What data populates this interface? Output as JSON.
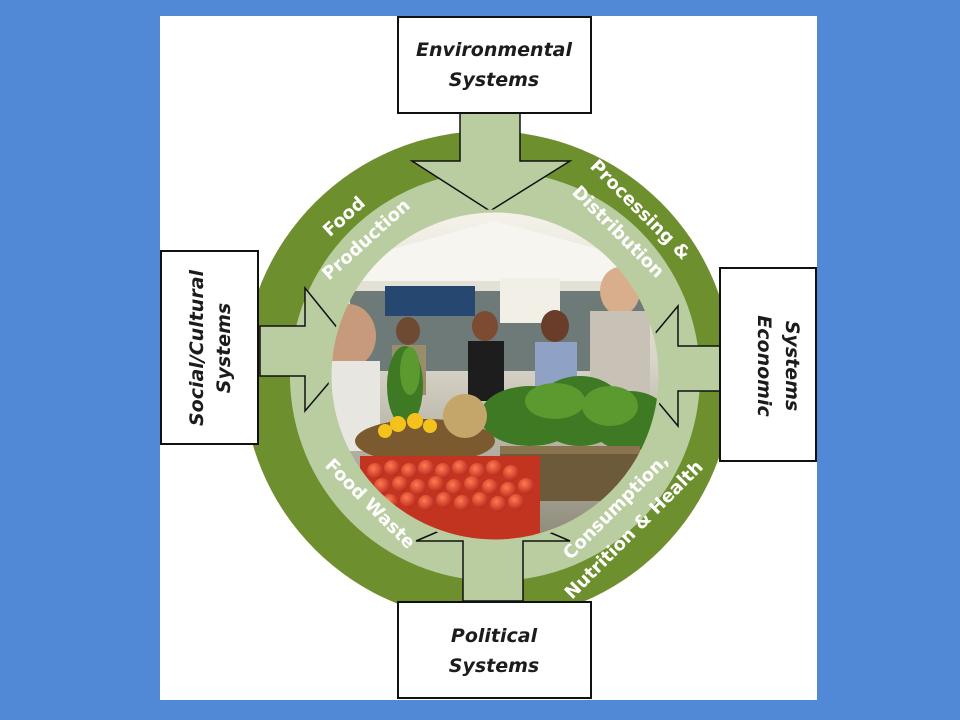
{
  "colors": {
    "background": "#5289d6",
    "slide": "#ffffff",
    "ring": "#6e8f2e",
    "ring_inner": "#b9cda0",
    "box_border": "#111111",
    "label_dark": "#1c1c1c",
    "label_light": "#ffffff"
  },
  "external_systems": {
    "environmental": {
      "line1": "Environmental",
      "line2": "Systems"
    },
    "economic": {
      "line1": "Economic",
      "line2": "Systems"
    },
    "political": {
      "line1": "Political",
      "line2": "Systems"
    },
    "social_cultural": {
      "line1": "Social/Cultural",
      "line2": "Systems"
    }
  },
  "segments": {
    "food_production": {
      "line1": "Food",
      "line2": "Production"
    },
    "processing_distribution": {
      "line1": "Processing &",
      "line2": "Distribution"
    },
    "consumption": {
      "line1": "Consumption,",
      "line2": "Nutrition & Health"
    },
    "food_waste": {
      "line1": "Food Waste"
    }
  },
  "center_image": {
    "description_icon": "farmers-market-photo"
  }
}
